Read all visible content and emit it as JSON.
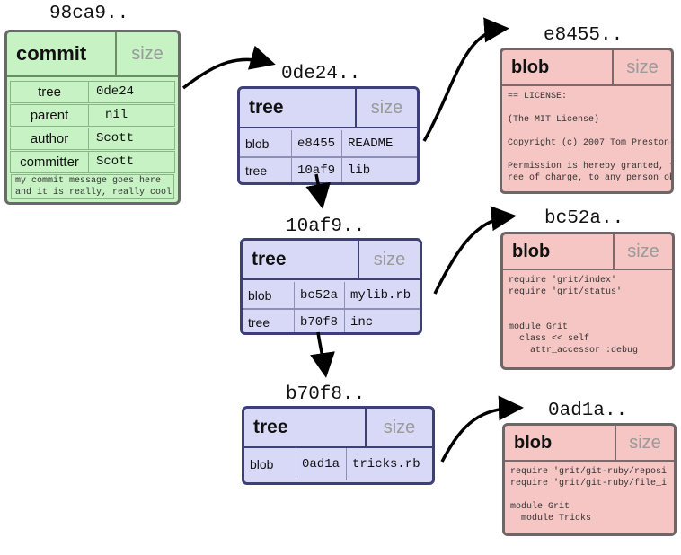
{
  "commit": {
    "hash": "98ca9..",
    "type": "commit",
    "size": "size",
    "rows": [
      {
        "label": "tree",
        "value": "0de24"
      },
      {
        "label": "parent",
        "value": "nil"
      },
      {
        "label": "author",
        "value": "Scott"
      },
      {
        "label": "committer",
        "value": "Scott"
      }
    ],
    "message": [
      "my commit message goes here",
      "and it is really, really cool"
    ]
  },
  "trees": [
    {
      "hash": "0de24..",
      "type": "tree",
      "size": "size",
      "entries": [
        {
          "kind": "blob",
          "sha": "e8455",
          "name": "README"
        },
        {
          "kind": "tree",
          "sha": "10af9",
          "name": "lib"
        }
      ]
    },
    {
      "hash": "10af9..",
      "type": "tree",
      "size": "size",
      "entries": [
        {
          "kind": "blob",
          "sha": "bc52a",
          "name": "mylib.rb"
        },
        {
          "kind": "tree",
          "sha": "b70f8",
          "name": "inc"
        }
      ]
    },
    {
      "hash": "b70f8..",
      "type": "tree",
      "size": "size",
      "entries": [
        {
          "kind": "blob",
          "sha": "0ad1a",
          "name": "tricks.rb"
        }
      ]
    }
  ],
  "blobs": [
    {
      "hash": "e8455..",
      "type": "blob",
      "size": "size",
      "content": "== LICENSE:\n\n(The MIT License)\n\nCopyright (c) 2007 Tom Preston-\n\nPermission is hereby granted, f\nree of charge, to any person ob"
    },
    {
      "hash": "bc52a..",
      "type": "blob",
      "size": "size",
      "content": "require 'grit/index'\nrequire 'grit/status'\n\n\nmodule Grit\n  class << self\n    attr_accessor :debug"
    },
    {
      "hash": "0ad1a..",
      "type": "blob",
      "size": "size",
      "content": "require 'grit/git-ruby/reposi\nrequire 'grit/git-ruby/file_i\n\nmodule Grit\n  module Tricks"
    }
  ]
}
